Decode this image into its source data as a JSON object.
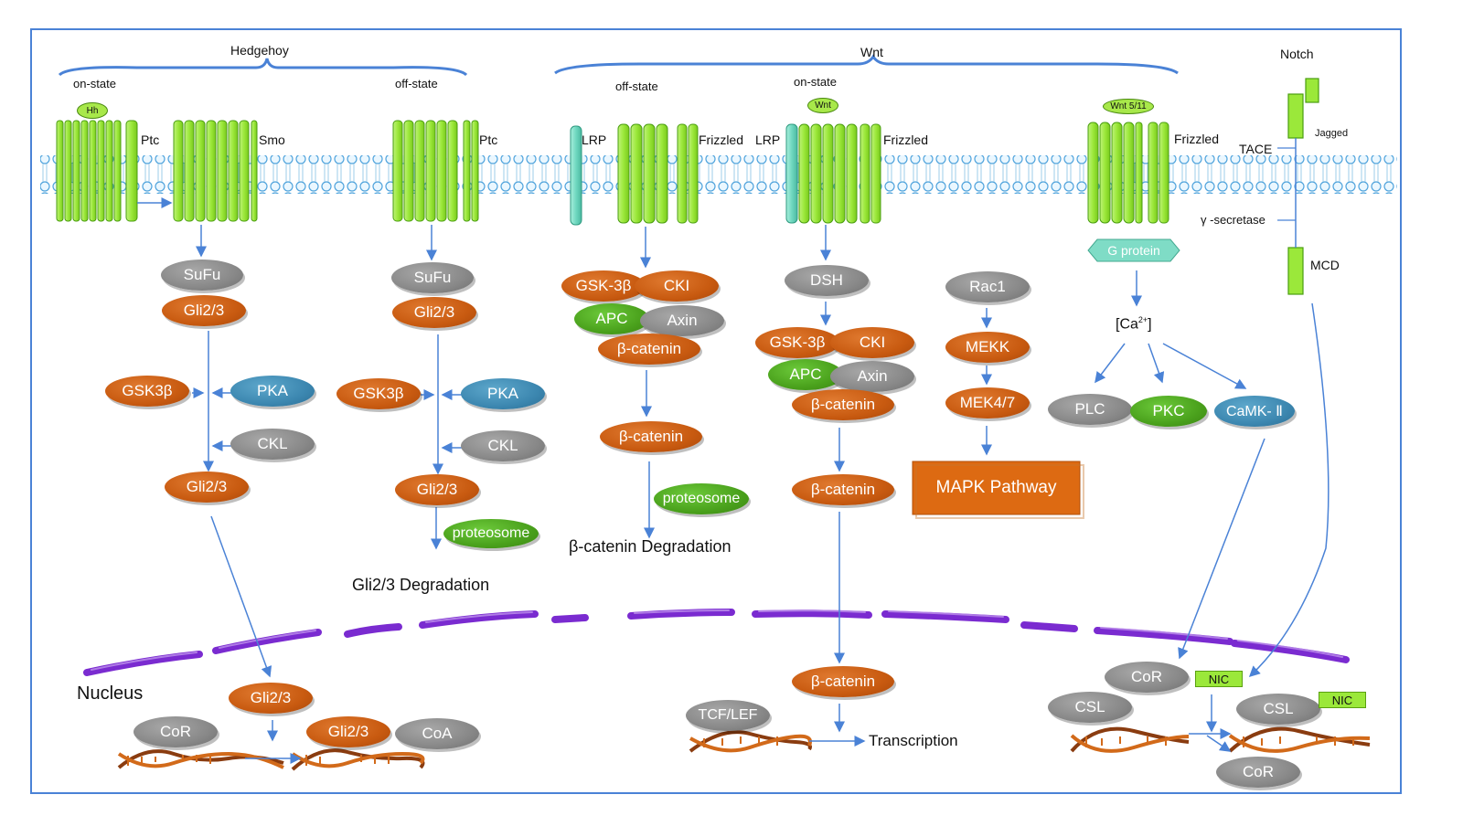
{
  "headers": {
    "hedgehog": "Hedgehoy",
    "wnt": "Wnt",
    "notch": "Notch"
  },
  "states": {
    "hh_on": "on-state",
    "hh_off": "off-state",
    "wnt_off": "off-state",
    "wnt_on": "on-state"
  },
  "ligands": {
    "hh": "Hh",
    "wnt": "Wnt",
    "wnt511": "Wnt 5/11"
  },
  "receptors": {
    "ptc1": "Ptc",
    "smo": "Smo",
    "ptc2": "Ptc",
    "lrp1": "LRP",
    "frizzled1": "Frizzled",
    "lrp2": "LRP",
    "frizzled2": "Frizzled",
    "frizzled3": "Frizzled",
    "jagged": "Jagged",
    "tace": "TACE",
    "gsecretase": "γ -secretase",
    "mcd": "MCD"
  },
  "hh_on": {
    "sufu": "SuFu",
    "gli_a": "Gli2/3",
    "gsk": "GSK3β",
    "pka": "PKA",
    "ckl": "CKL",
    "gli_b": "Gli2/3"
  },
  "hh_off": {
    "sufu": "SuFu",
    "gli_a": "Gli2/3",
    "gsk": "GSK3β",
    "pka": "PKA",
    "ckl": "CKL",
    "gli_b": "Gli2/3",
    "proteosome": "proteosome",
    "degradation": "Gli2/3 Degradation"
  },
  "wnt_off": {
    "gsk": "GSK-3β",
    "cki": "CKI",
    "apc": "APC",
    "axin": "Axin",
    "bcat_a": "β-catenin",
    "bcat_b": "β-catenin",
    "proteosome": "proteosome",
    "degradation": "β-catenin Degradation"
  },
  "wnt_on": {
    "dsh": "DSH",
    "gsk": "GSK-3β",
    "cki": "CKI",
    "apc": "APC",
    "axin": "Axin",
    "bcat_a": "β-catenin",
    "bcat_b": "β-catenin",
    "bcat_nuc": "β-catenin",
    "tcf": "TCF/LEF",
    "transcription": "Transcription"
  },
  "mapk": {
    "rac1": "Rac1",
    "mekk": "MEKK",
    "mek47": "MEK4/7",
    "pathway": "MAPK Pathway"
  },
  "wnt511": {
    "gprotein": "G protein",
    "ca": "[Ca",
    "ca_sup": "2+",
    "ca_close": "]",
    "plc": "PLC",
    "pkc": "PKC",
    "camk": "CaMK- Ⅱ"
  },
  "nucleus": {
    "label": "Nucleus",
    "gli_nuc": "Gli2/3",
    "cor1": "CoR",
    "gli_dna": "Gli2/3",
    "coa": "CoA",
    "cor2": "CoR",
    "nic1": "NIC",
    "csl1": "CSL",
    "csl2": "CSL",
    "nic2": "NIC",
    "cor3": "CoR"
  },
  "colors": {
    "membrane_green": "#9be83a",
    "arrow_blue": "#4a82d6",
    "nucleus_purple": "#7a2bd0",
    "frame": "#4a82d6"
  }
}
